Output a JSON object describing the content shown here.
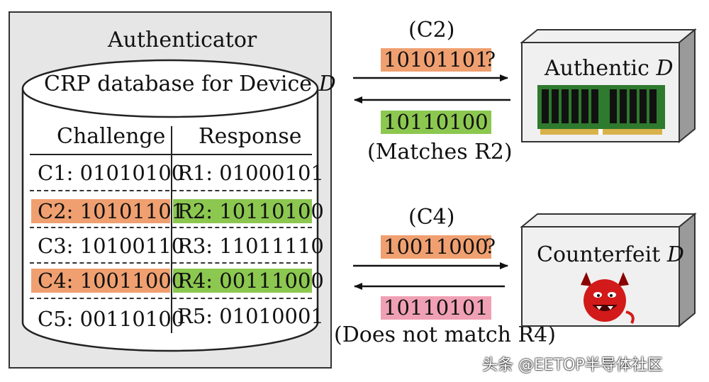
{
  "authenticator": {
    "title": "Authenticator",
    "db_label": "CRP database for Device",
    "db_label_var": "D",
    "header_challenge": "Challenge",
    "header_response": "Response",
    "rows": [
      {
        "challenge": "C1: 01010100",
        "response": "R1: 01000101",
        "highlight": false
      },
      {
        "challenge": "C2: 10101101",
        "response": "R2: 10110100",
        "highlight": true
      },
      {
        "challenge": "C3: 10100110",
        "response": "R3: 11011110",
        "highlight": false
      },
      {
        "challenge": "C4: 10011000",
        "response": "R4: 00111000",
        "highlight": true
      },
      {
        "challenge": "C5: 00110100",
        "response": "R5: 01010001",
        "highlight": false
      }
    ]
  },
  "exchange_top": {
    "label": "(C2)",
    "challenge_bits": "10101101",
    "question": "?",
    "response_bits": "10110100",
    "result": "(Matches R2)"
  },
  "exchange_bottom": {
    "label": "(C4)",
    "challenge_bits": "10011000",
    "question": "?",
    "response_bits": "10110101",
    "result": "(Does not match R4)"
  },
  "device_authentic": {
    "label": "Authentic",
    "label_var": "D"
  },
  "device_counterfeit": {
    "label": "Counterfeit",
    "label_var": "D"
  },
  "watermark": {
    "text": "头条 @EETOP半导体社区"
  },
  "colors": {
    "challenge_highlight": "#f0a070",
    "response_match": "#8cc850",
    "response_mismatch": "#f0a0b4",
    "box_fill": "#e6e6e6"
  }
}
